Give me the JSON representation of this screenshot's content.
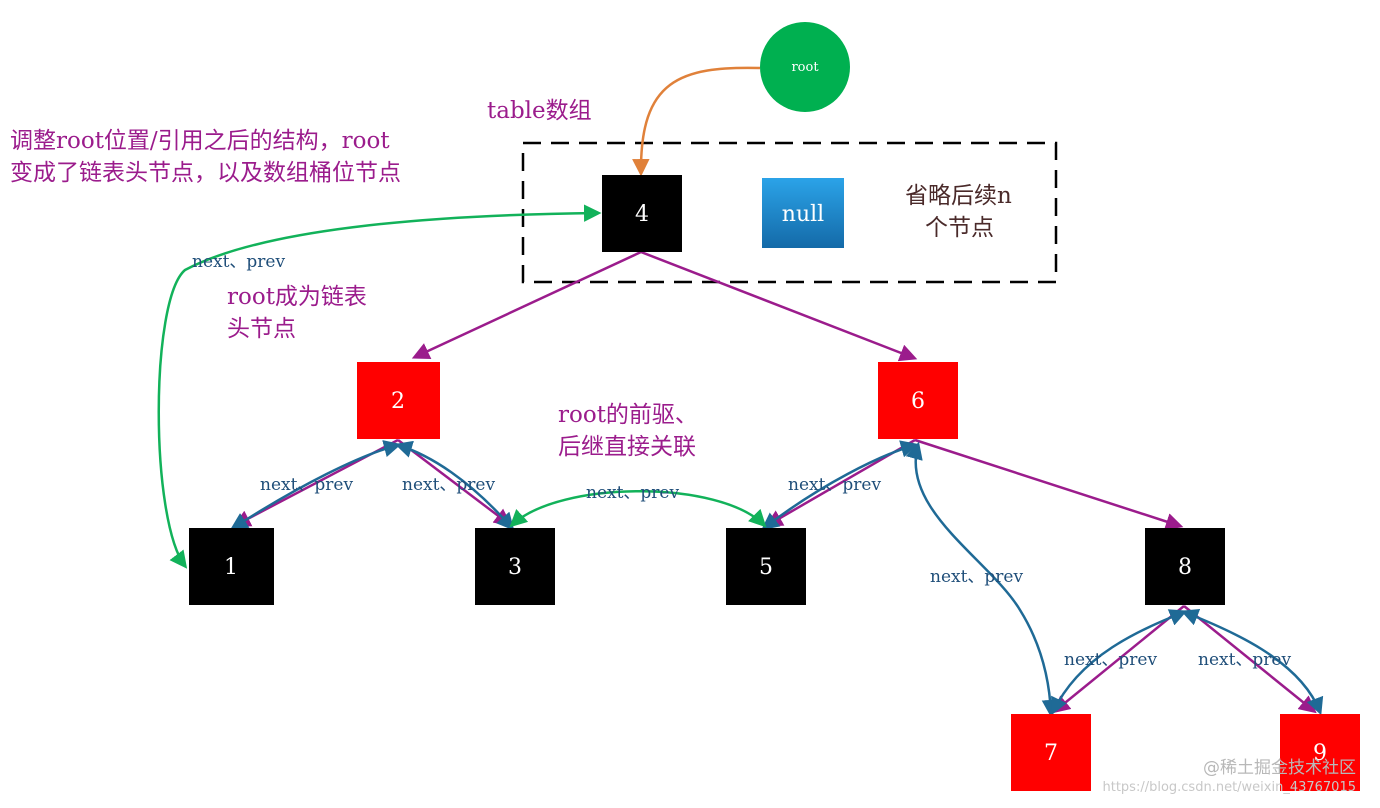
{
  "colors": {
    "tree_edge": "#9b1c8c",
    "link_edge": "#1f6a96",
    "green_link": "#12b25a",
    "root_arrow": "#e0813a",
    "black_node": "#000000",
    "red_node": "#ff0000",
    "root_circle": "#00b050",
    "null_box": "#1f8fd6",
    "annotation": "#9b1c8c",
    "edge_label": "#1f4e79"
  },
  "root_circle": {
    "label": "root"
  },
  "table": {
    "label": "table数组",
    "null_label": "null",
    "omit_lines": [
      "省略后续n",
      "个节点"
    ]
  },
  "nodes": {
    "n4": "4",
    "n2": "2",
    "n6": "6",
    "n1": "1",
    "n3": "3",
    "n5": "5",
    "n8": "8",
    "n7": "7",
    "n9": "9"
  },
  "edge_labels": {
    "left_long": "next、prev",
    "n2_n1": "next、prev",
    "n2_n3": "next、prev",
    "n3_n5": "next、prev",
    "n6_n5": "next、prev",
    "n6_n7": "next、prev",
    "n8_n7": "next、prev",
    "n8_n9": "next、prev"
  },
  "annotations": {
    "top_left": [
      "调整root位置/引用之后的结构，root",
      "变成了链表头节点，以及数组桶位节点"
    ],
    "root_head": [
      "root成为链表",
      "头节点"
    ],
    "pred_succ": [
      "root的前驱、",
      "后继直接关联"
    ]
  },
  "watermark": {
    "main": "@稀土掘金技术社区",
    "sub": "https://blog.csdn.net/weixin_43767015"
  }
}
